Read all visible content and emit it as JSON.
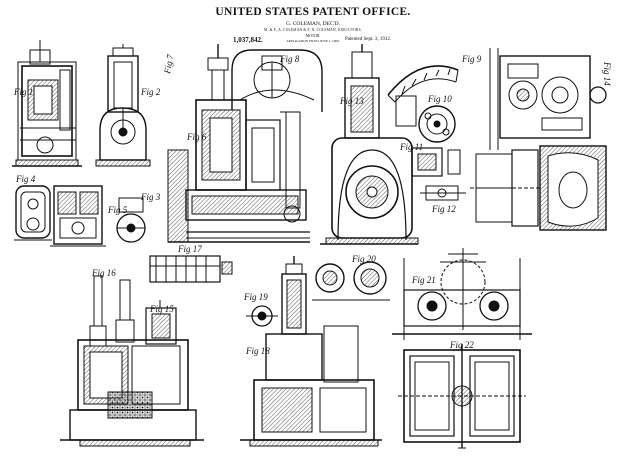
{
  "header": {
    "title": "UNITED STATES PATENT OFFICE.",
    "inventor": "G. COLEMAN, DEC'D.",
    "assignors": "M. & E. A. COLEMAN & F. N. COLEMAN, EXECUTORS.",
    "subject": "MOTOR.",
    "application": "APPLICATION FILED JUNE 1, 1909.",
    "patent_number": "1,037,842.",
    "patented": "Patented Sept. 3, 1912."
  },
  "figures": {
    "fig1": "Fig 1",
    "fig2": "Fig 2",
    "fig3": "Fig 3",
    "fig4": "Fig 4",
    "fig5": "Fig 5",
    "fig6": "Fig 6",
    "fig7": "Fig 7",
    "fig8": "Fig 8",
    "fig9": "Fig 9",
    "fig10": "Fig 10",
    "fig11": "Fig 11",
    "fig12": "Fig 12",
    "fig13": "Fig 13",
    "fig14": "Fig 14",
    "fig15": "Fig 15",
    "fig16": "Fig 16",
    "fig17": "Fig 17",
    "fig18": "Fig 18",
    "fig19": "Fig 19",
    "fig20": "Fig 20",
    "fig21": "Fig 21",
    "fig22": "Fig 22"
  },
  "colors": {
    "ink": "#111111",
    "paper": "#ffffff",
    "hatch": "#555555"
  }
}
